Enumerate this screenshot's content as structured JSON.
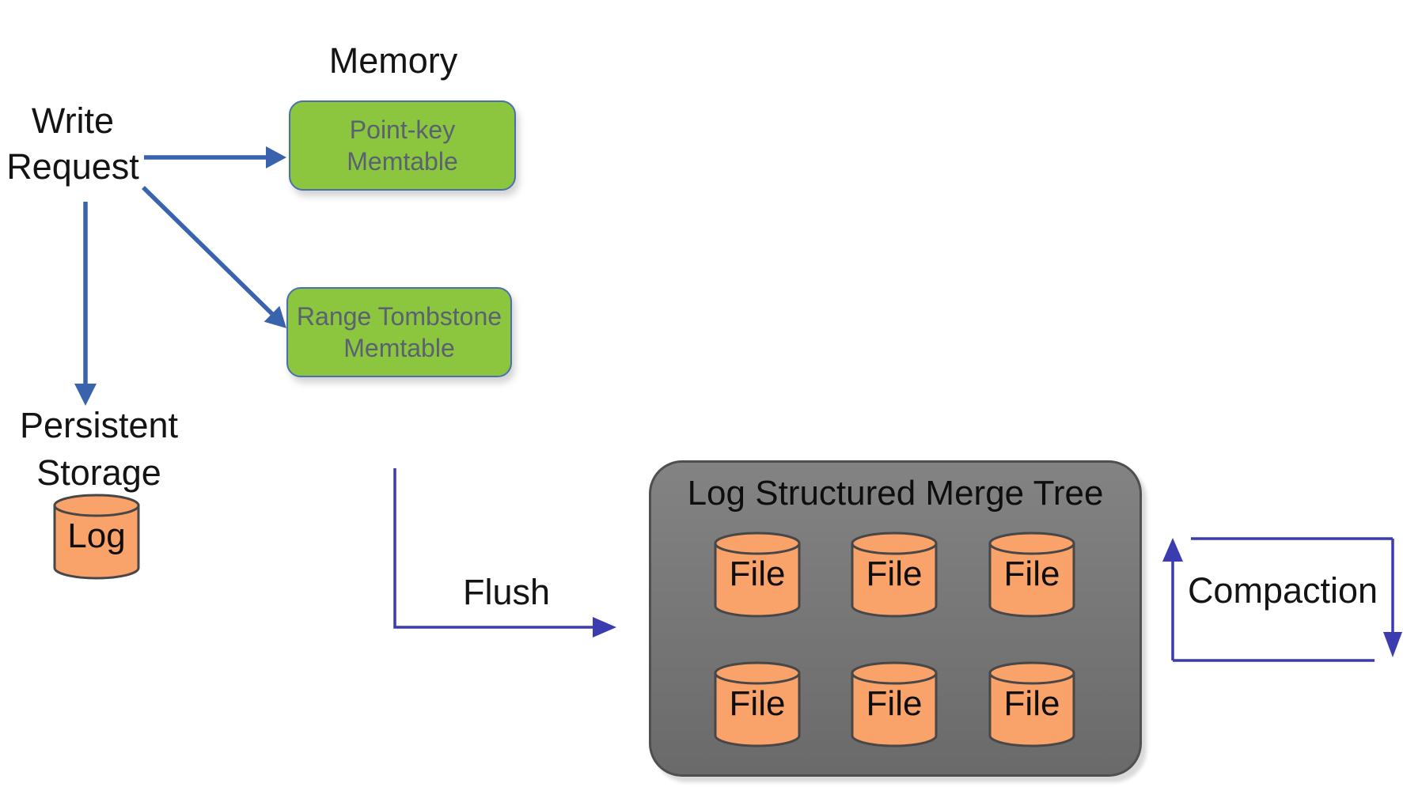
{
  "diagram": {
    "memory_label": "Memory",
    "write_request": {
      "line1": "Write",
      "line2": "Request"
    },
    "persistent_storage": {
      "line1": "Persistent",
      "line2": "Storage"
    },
    "log_label": "Log",
    "flush_label": "Flush",
    "compaction_label": "Compaction",
    "memtables": {
      "point_key": {
        "line1": "Point-key",
        "line2": "Memtable"
      },
      "range_tombstone": {
        "line1": "Range Tombstone",
        "line2": "Memtable"
      }
    },
    "lsm": {
      "title": "Log Structured Merge Tree",
      "files": [
        "File",
        "File",
        "File",
        "File",
        "File",
        "File"
      ]
    },
    "colors": {
      "memtable_fill": "#8CC63F",
      "memtable_border": "#4A70B0",
      "memtable_text": "#5A6170",
      "cylinder_fill": "#F9A269",
      "cylinder_stroke": "#474747",
      "lsm_fill": "#777777",
      "lsm_border": "#4F4F4F",
      "write_arrow_blue": "#3A63AE",
      "connector_indigo": "#3A3CB0",
      "text_black": "#141414",
      "background": "#FFFFFF"
    }
  }
}
